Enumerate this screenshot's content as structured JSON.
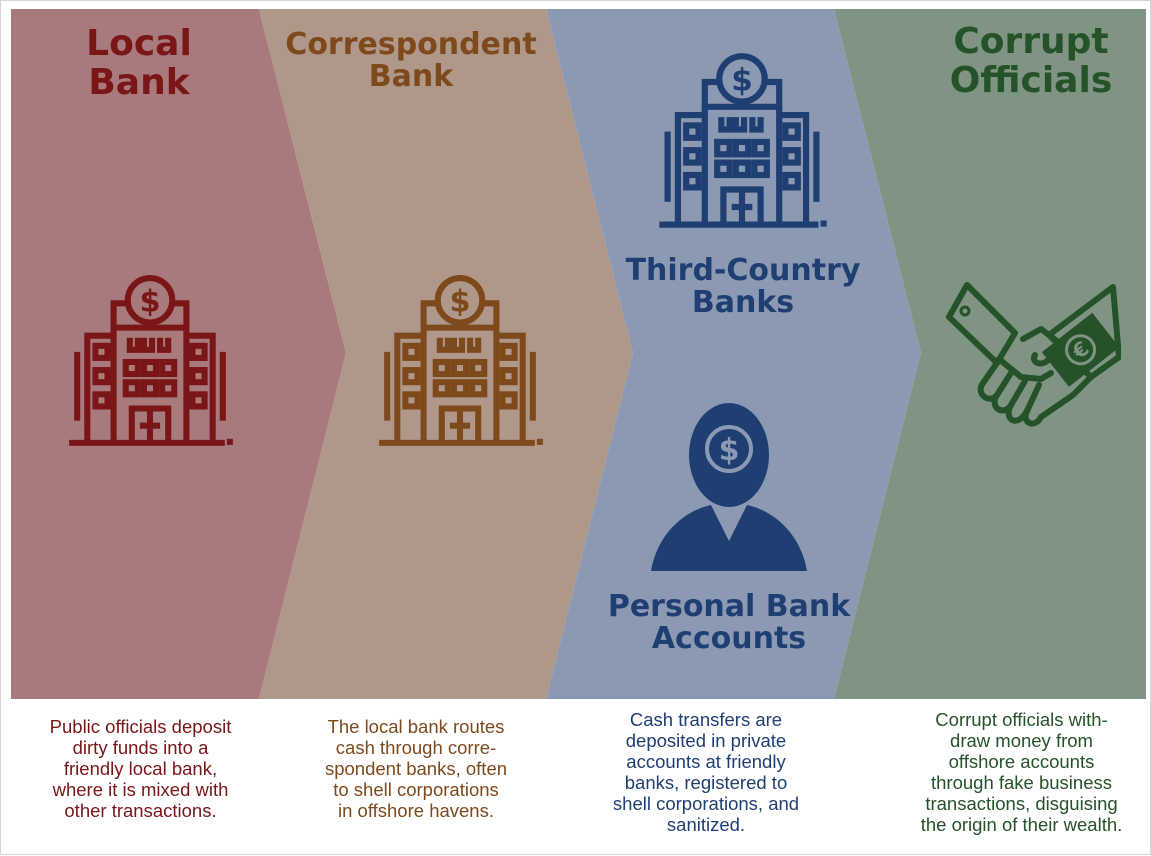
{
  "colors": {
    "band1": "#a97a7c",
    "band2": "#af978a",
    "band3": "#8c99b3",
    "band4": "#7f9483",
    "text1": "#7a1518",
    "text2": "#7e4a1c",
    "text3": "#1f3f73",
    "text4": "#26522a"
  },
  "stages": [
    {
      "title": "Local\nBank",
      "icon": "bank-building-icon",
      "description": "Public officials deposit\ndirty funds into a\nfriendly local bank,\nwhere it is mixed with\nother transactions."
    },
    {
      "title": "Correspondent\nBank",
      "icon": "bank-building-icon",
      "description": "The local bank routes\ncash through corre-\nspondent banks, often\nto shell corporations\nin offshore havens."
    },
    {
      "title": "Third-Country\nBanks",
      "secondary_title": "Personal Bank\nAccounts",
      "icon": "bank-building-icon",
      "secondary_icon": "person-dollar-icon",
      "description": "Cash transfers are\ndeposited in private\naccounts at friendly\nbanks, registered to\nshell corporations, and\nsanitized."
    },
    {
      "title": "Corrupt\nOfficials",
      "icon": "handshake-euro-icon",
      "description": "Corrupt officials with-\ndraw money from\noffshore accounts\nthrough fake business\ntransactions, disguising\nthe origin of their wealth."
    }
  ]
}
